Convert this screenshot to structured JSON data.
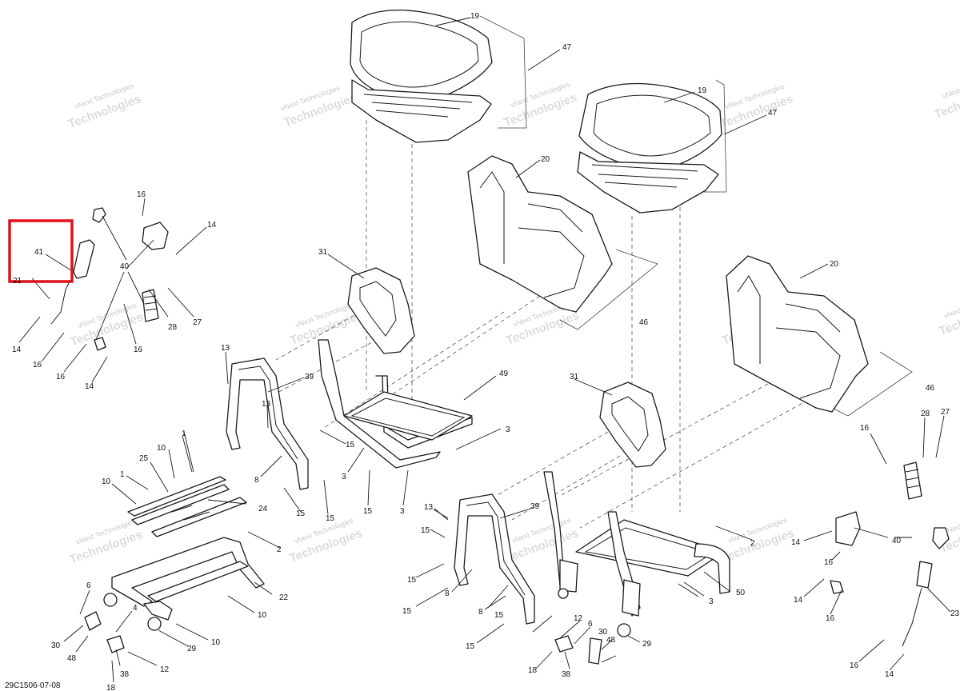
{
  "diagram_code": "29C1506-07-08",
  "watermark": {
    "line1": "vNext",
    "line2": "Technologies",
    "full": "vNext Technologies"
  },
  "highlight_label": "41",
  "callouts": [
    {
      "id": "c1",
      "text": "19"
    },
    {
      "id": "c2",
      "text": "47"
    },
    {
      "id": "c3",
      "text": "19"
    },
    {
      "id": "c4",
      "text": "47"
    },
    {
      "id": "c5",
      "text": "20"
    },
    {
      "id": "c6",
      "text": "46"
    },
    {
      "id": "c7",
      "text": "20"
    },
    {
      "id": "c8",
      "text": "46"
    },
    {
      "id": "c9",
      "text": "31"
    },
    {
      "id": "c10",
      "text": "31"
    },
    {
      "id": "c11",
      "text": "49"
    },
    {
      "id": "c12",
      "text": "50"
    },
    {
      "id": "c13",
      "text": "39"
    },
    {
      "id": "c14",
      "text": "39"
    },
    {
      "id": "c15",
      "text": "13"
    },
    {
      "id": "c16",
      "text": "13"
    },
    {
      "id": "c17",
      "text": "13"
    },
    {
      "id": "c18",
      "text": "15"
    },
    {
      "id": "c19",
      "text": "15"
    },
    {
      "id": "c20",
      "text": "15"
    },
    {
      "id": "c21",
      "text": "15"
    },
    {
      "id": "c22",
      "text": "15"
    },
    {
      "id": "c23",
      "text": "15"
    },
    {
      "id": "c24",
      "text": "15"
    },
    {
      "id": "c25",
      "text": "15"
    },
    {
      "id": "c26",
      "text": "15"
    },
    {
      "id": "c27",
      "text": "3"
    },
    {
      "id": "c28",
      "text": "3"
    },
    {
      "id": "c29",
      "text": "3"
    },
    {
      "id": "c30",
      "text": "3"
    },
    {
      "id": "c31",
      "text": "8"
    },
    {
      "id": "c32",
      "text": "8"
    },
    {
      "id": "c33",
      "text": "8"
    },
    {
      "id": "c34",
      "text": "2"
    },
    {
      "id": "c35",
      "text": "2"
    },
    {
      "id": "c36",
      "text": "25"
    },
    {
      "id": "c37",
      "text": "24"
    },
    {
      "id": "c38",
      "text": "22"
    },
    {
      "id": "c39",
      "text": "10"
    },
    {
      "id": "c40",
      "text": "10"
    },
    {
      "id": "c41",
      "text": "10"
    },
    {
      "id": "c42",
      "text": "10"
    },
    {
      "id": "c43",
      "text": "1"
    },
    {
      "id": "c44",
      "text": "1"
    },
    {
      "id": "c45",
      "text": "6"
    },
    {
      "id": "c46",
      "text": "6"
    },
    {
      "id": "c47",
      "text": "4"
    },
    {
      "id": "c48",
      "text": "30"
    },
    {
      "id": "c49",
      "text": "30"
    },
    {
      "id": "c50",
      "text": "48"
    },
    {
      "id": "c51",
      "text": "48"
    },
    {
      "id": "c52",
      "text": "38"
    },
    {
      "id": "c53",
      "text": "38"
    },
    {
      "id": "c54",
      "text": "12"
    },
    {
      "id": "c55",
      "text": "12"
    },
    {
      "id": "c56",
      "text": "18"
    },
    {
      "id": "c57",
      "text": "18"
    },
    {
      "id": "c58",
      "text": "29"
    },
    {
      "id": "c59",
      "text": "29"
    },
    {
      "id": "c60",
      "text": "16"
    },
    {
      "id": "c61",
      "text": "14"
    },
    {
      "id": "c62",
      "text": "40"
    },
    {
      "id": "c63",
      "text": "28"
    },
    {
      "id": "c64",
      "text": "27"
    },
    {
      "id": "c65",
      "text": "16"
    },
    {
      "id": "c66",
      "text": "14"
    },
    {
      "id": "c67",
      "text": "16"
    },
    {
      "id": "c68",
      "text": "16"
    },
    {
      "id": "c69",
      "text": "14"
    },
    {
      "id": "c70",
      "text": "21"
    },
    {
      "id": "c71",
      "text": "16"
    },
    {
      "id": "c72",
      "text": "28"
    },
    {
      "id": "c73",
      "text": "27"
    },
    {
      "id": "c74",
      "text": "40"
    },
    {
      "id": "c75",
      "text": "14"
    },
    {
      "id": "c76",
      "text": "16"
    },
    {
      "id": "c77",
      "text": "14"
    },
    {
      "id": "c78",
      "text": "16"
    },
    {
      "id": "c79",
      "text": "23"
    },
    {
      "id": "c80",
      "text": "16"
    },
    {
      "id": "c81",
      "text": "14"
    }
  ]
}
